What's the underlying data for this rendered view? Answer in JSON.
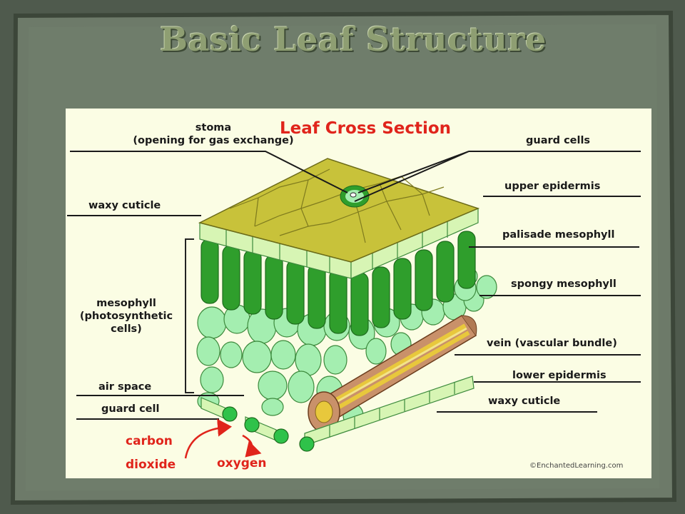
{
  "slide": {
    "title": "Basic Leaf Structure",
    "background_color": "#525c50",
    "title_color": "#8e9e72",
    "panel_color": "#6e7b6b"
  },
  "diagram": {
    "title": "Leaf Cross Section",
    "copyright": "©EnchantedLearning.com",
    "background_color": "#fbfde4",
    "labels": {
      "stoma": "stoma",
      "stoma_sub": "(opening for gas exchange)",
      "waxy_cuticle_top": "waxy cuticle",
      "mesophyll": "mesophyll",
      "mesophyll_sub1": "(photosynthetic",
      "mesophyll_sub2": "cells)",
      "air_space": "air space",
      "guard_cell": "guard cell",
      "carbon": "carbon",
      "dioxide": "dioxide",
      "oxygen": "oxygen",
      "guard_cells": "guard cells",
      "upper_epidermis": "upper epidermis",
      "palisade_mesophyll": "palisade mesophyll",
      "spongy_mesophyll": "spongy mesophyll",
      "vein": "vein (vascular bundle)",
      "lower_epidermis": "lower epidermis",
      "waxy_cuticle_bottom": "waxy cuticle"
    },
    "colors": {
      "cuticle": "#c8c23a",
      "epidermis": "#d7f5b4",
      "palisade": "#2f9e2c",
      "spongy": "#a4eeb0",
      "vein": "#c9916a",
      "xylem": "#f3e38a",
      "accent_red": "#e0241b"
    }
  }
}
